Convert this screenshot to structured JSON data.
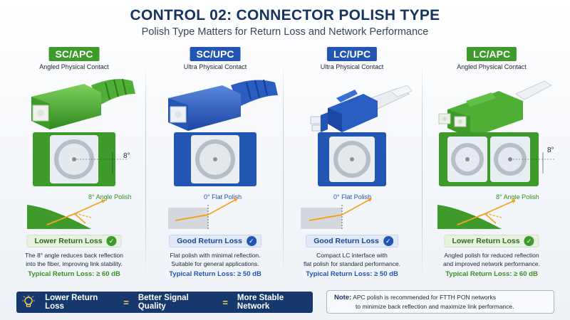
{
  "title": "CONTROL 02: CONNECTOR POLISH TYPE",
  "subtitle": "Polish Type Matters for Return Loss and Network Performance",
  "columns": [
    {
      "name": "SC/APC",
      "contact": "Angled Physical Contact",
      "theme": "green",
      "color": "#3d9a2b",
      "angle_marker": "8°",
      "polish_label": "8° Angle Polish",
      "return_loss": "Lower Return Loss",
      "desc_1": "The 8° angle reduces back reflection",
      "desc_2": "into the fiber, improving link stability.",
      "typical": "Typical Return Loss: ≥ 60 dB"
    },
    {
      "name": "SC/UPC",
      "contact": "Ultra Physical Contact",
      "theme": "blue",
      "color": "#2355b3",
      "polish_label": "0° Flat Polish",
      "return_loss": "Good Return Loss",
      "desc_1": "Flat polish with minimal reflection.",
      "desc_2": "Suitable for general applications.",
      "typical": "Typical Return Loss: ≥ 50 dB"
    },
    {
      "name": "LC/UPC",
      "contact": "Ultra Physical Contact",
      "theme": "blue",
      "color": "#2355b3",
      "polish_label": "0° Flat Polish",
      "return_loss": "Good Return Loss",
      "desc_1": "Compact LC interface with",
      "desc_2": "flat polish for standard performance.",
      "typical": "Typical Return Loss: ≥ 50 dB"
    },
    {
      "name": "LC/APC",
      "contact": "Angled Physical Contact",
      "theme": "green",
      "color": "#3d9a2b",
      "angle_marker": "8°",
      "polish_label": "8° Angle Polish",
      "return_loss": "Lower Return Loss",
      "desc_1": "Angled polish for reduced reflection",
      "desc_2": "and improved network performance.",
      "typical": "Typical Return Loss: ≥ 60 dB"
    }
  ],
  "banner": {
    "icon": "lightbulb-icon",
    "item_1": "Lower Return Loss",
    "eq_1": "=",
    "item_2": "Better Signal Quality",
    "eq_2": "=",
    "item_3": "More Stable Network"
  },
  "note": {
    "label": "Note:",
    "line_1": "APC polish is recommended for FTTH PON networks",
    "line_2": "to minimize back reflection and maximize link performance."
  }
}
